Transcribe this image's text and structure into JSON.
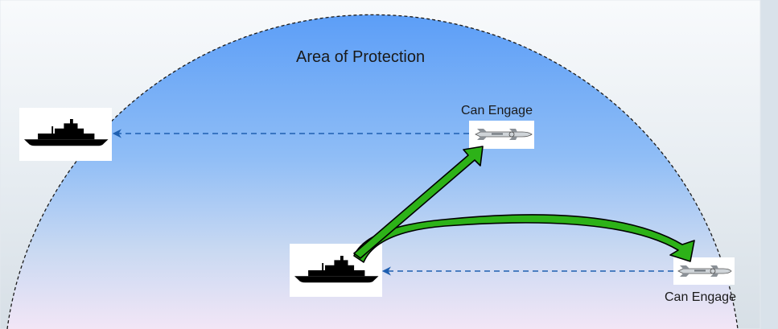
{
  "diagram": {
    "title": "Area of Protection",
    "engage_label_top": "Can Engage",
    "engage_label_bottom": "Can Engage"
  }
}
